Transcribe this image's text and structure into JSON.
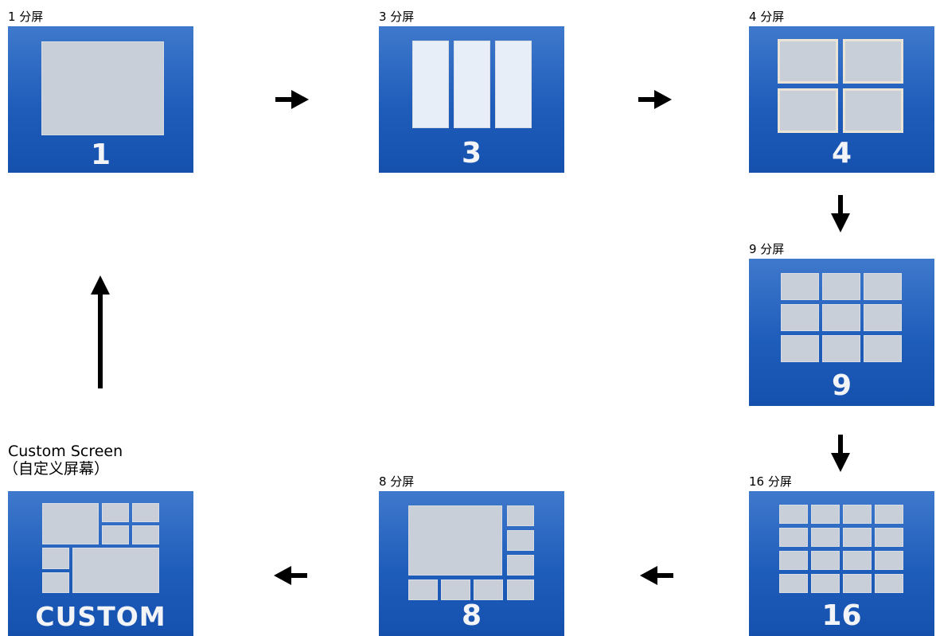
{
  "modes": {
    "one": {
      "label": "1 分屏",
      "number": "1"
    },
    "three": {
      "label": "3 分屏",
      "number": "3"
    },
    "four": {
      "label": "4 分屏",
      "number": "4"
    },
    "nine": {
      "label": "9 分屏",
      "number": "9"
    },
    "sixteen": {
      "label": "16 分屏",
      "number": "16"
    },
    "eight": {
      "label": "8 分屏",
      "number": "8"
    },
    "custom": {
      "label_line1": "Custom Screen",
      "label_line2": "（自定义屏幕）",
      "number": "CUSTOM"
    }
  },
  "colors": {
    "tile_blue": "#2360bd",
    "cell_grey": "#c9cfd8",
    "arrow": "#000000"
  }
}
